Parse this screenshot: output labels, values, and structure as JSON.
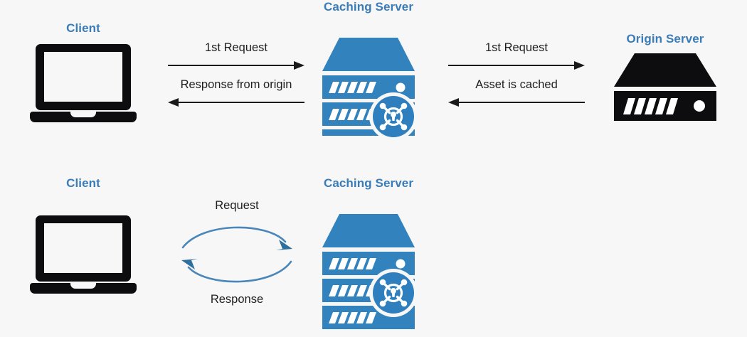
{
  "diagram": {
    "title": "CDN caching flow diagram",
    "background_color": "#f7f7f7",
    "accent_blue": "#3182bd",
    "label_blue": "#3a7cb8",
    "curve_blue": "#4a86b8",
    "dark": "#0d0d0f"
  },
  "rows": [
    {
      "id": "first-request-row",
      "client": {
        "label": "Client",
        "icon": "laptop-icon"
      },
      "caching_server": {
        "label": "Caching Server",
        "icon": "server-rack-icon",
        "badge": "security-lock-icon"
      },
      "origin_server": {
        "label": "Origin Server",
        "icon": "origin-server-icon"
      },
      "arrows": [
        {
          "id": "client-to-cache-request",
          "label": "1st Request",
          "direction": "right"
        },
        {
          "id": "cache-to-client-response",
          "label": "Response from origin",
          "direction": "left"
        },
        {
          "id": "cache-to-origin-request",
          "label": "1st Request",
          "direction": "right"
        },
        {
          "id": "origin-to-cache-cached",
          "label": "Asset is cached",
          "direction": "left"
        }
      ]
    },
    {
      "id": "cached-request-row",
      "client": {
        "label": "Client",
        "icon": "laptop-icon"
      },
      "caching_server": {
        "label": "Caching Server",
        "icon": "server-rack-icon",
        "badge": "security-lock-icon"
      },
      "arrows": [
        {
          "id": "client-to-cache-cycle-request",
          "label": "Request",
          "direction": "curve-right"
        },
        {
          "id": "cache-to-client-cycle-response",
          "label": "Response",
          "direction": "curve-left"
        }
      ]
    }
  ]
}
